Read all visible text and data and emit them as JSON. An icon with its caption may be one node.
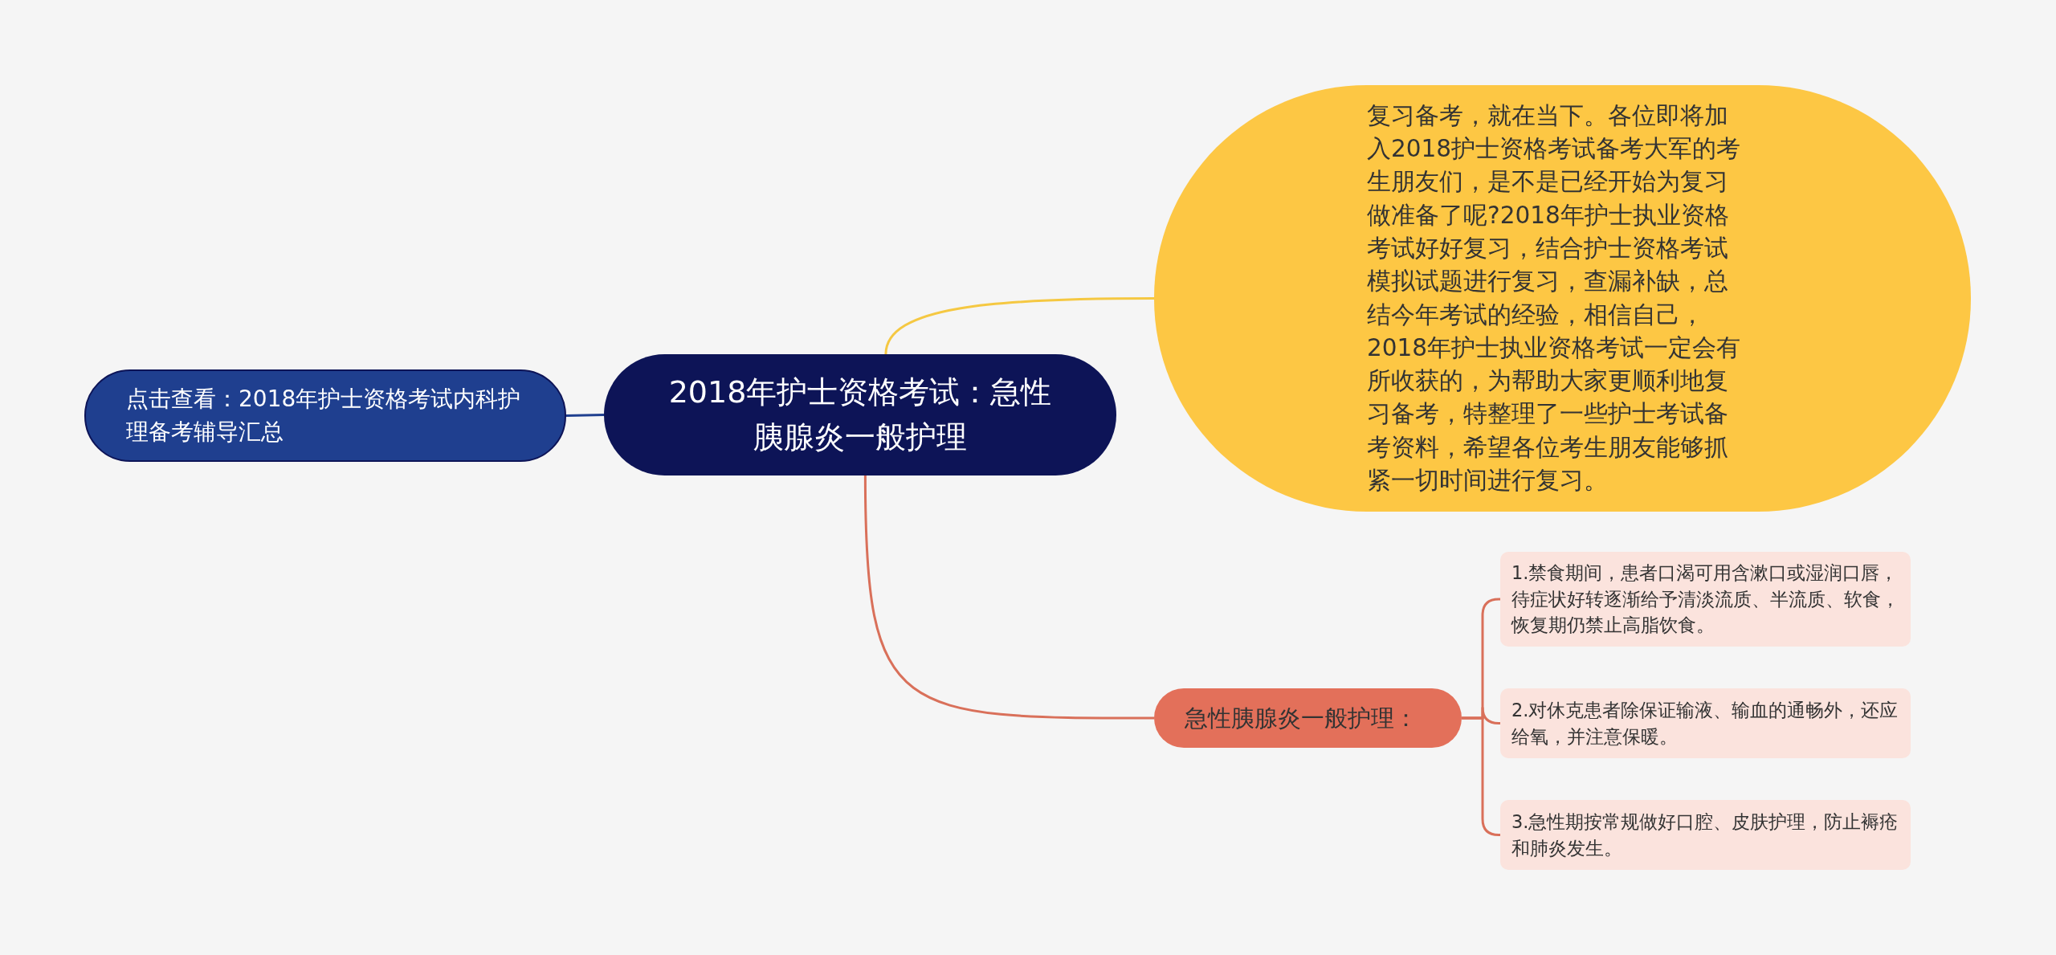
{
  "diagram": {
    "nodes": [
      {
        "text": [
          "2018年护士资格考试：急性胰腺炎一般护理"
        ]
      },
      {
        "text": [
          "点击查看：2018年护士资格考试内科护理备考辅导汇总"
        ]
      },
      {
        "text": [
          "复习备考，就在当下。各位即将加入2018护士资格考试备考大军的考生朋友们，是不是已经开始为复习做准备了呢?2018年护士执业资格考试好好复习，结合护士资格考试模拟试题进行复习，查漏补缺，总结今年考试的经验，相信自己，2018年护士执业资格考试一定会有所收获的，为帮助大家更顺利地复习备考，特整理了一些护士考试备考资料，希望各位考生朋友能够抓紧一切时间进行复习。"
        ]
      },
      {
        "text": [
          "急性胰腺炎一般护理："
        ]
      },
      {
        "text": [
          "1.禁食期间，患者口渴可用含漱口或湿润口唇，待症状好转逐渐给予清淡流质、半流质、软食，恢复期仍禁止高脂饮食。"
        ]
      },
      {
        "text": [
          "2.对休克患者除保证输液、输血的通畅外，还应给氧，并注意保暖。"
        ]
      },
      {
        "text": [
          "3.急性期按常规做好口腔、皮肤护理，防止褥疮和肺炎发生。"
        ]
      }
    ],
    "edges": [
      {
        "from": 0,
        "to": 1,
        "arrow": "none",
        "color": "#1f3f8f"
      },
      {
        "from": 0,
        "to": 2,
        "arrow": "none",
        "color": "#f5c842"
      },
      {
        "from": 0,
        "to": 3,
        "arrow": "none",
        "color": "#d9705a"
      },
      {
        "from": 3,
        "to": 4,
        "arrow": "none",
        "color": "#d9705a"
      },
      {
        "from": 3,
        "to": 5,
        "arrow": "none",
        "color": "#d9705a"
      },
      {
        "from": 3,
        "to": 6,
        "arrow": "none",
        "color": "#d9705a"
      }
    ]
  }
}
